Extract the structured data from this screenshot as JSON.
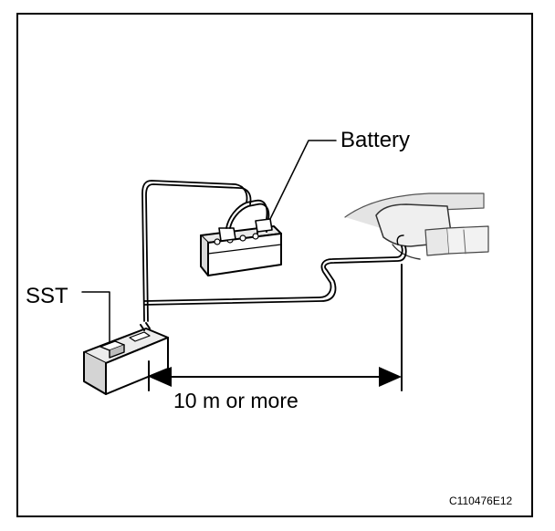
{
  "labels": {
    "battery": "Battery",
    "sst": "SST",
    "distance": "10 m or more",
    "figure_code": "C110476E12"
  },
  "icons": [
    "battery-icon",
    "sst-tester-icon",
    "vehicle-window-icon",
    "dimension-arrow-icon"
  ],
  "colors": {
    "line": "#000000",
    "background": "#ffffff",
    "shade": "#d8d8d8"
  }
}
